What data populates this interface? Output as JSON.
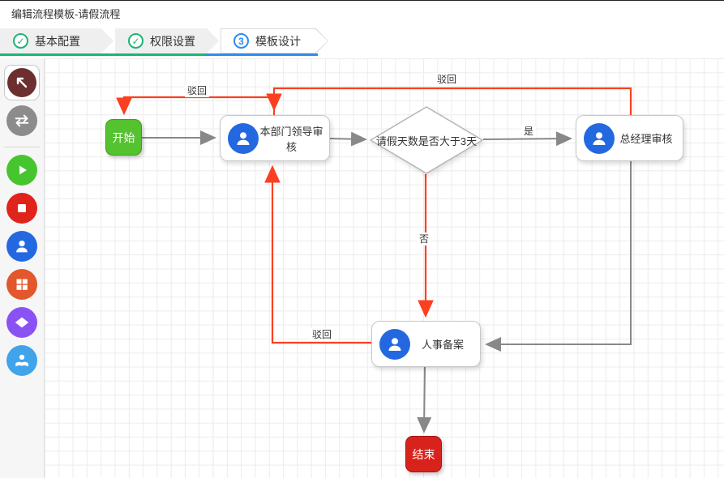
{
  "window": {
    "title": "编辑流程模板-请假流程"
  },
  "steps": {
    "items": [
      {
        "label": "基本配置",
        "state": "done",
        "icon": "check"
      },
      {
        "label": "权限设置",
        "state": "done",
        "icon": "check"
      },
      {
        "label": "模板设计",
        "state": "active",
        "number": "3"
      }
    ],
    "done_color": "#1cb574",
    "active_color": "#2d8cf0"
  },
  "toolbar": {
    "tools": [
      {
        "name": "select-tool",
        "icon": "cursor-arrow-icon",
        "color": "#6c2e2e",
        "selected": true
      },
      {
        "name": "connect-tool",
        "icon": "swap-arrows-icon",
        "color": "#8c8c8c",
        "selected": false
      },
      {
        "name": "start-node-tool",
        "icon": "play-icon",
        "color": "#47c52e",
        "selected": false
      },
      {
        "name": "end-node-tool",
        "icon": "stop-icon",
        "color": "#e0241b",
        "selected": false
      },
      {
        "name": "approver-node-tool",
        "icon": "person-icon",
        "color": "#2368e1",
        "selected": false
      },
      {
        "name": "subflow-node-tool",
        "icon": "grid-icon",
        "color": "#e2572b",
        "selected": false
      },
      {
        "name": "decision-node-tool",
        "icon": "diamond-icon",
        "color": "#8a52f5",
        "selected": false
      },
      {
        "name": "cc-node-tool",
        "icon": "person-reading-icon",
        "color": "#41a3ea",
        "selected": false
      }
    ]
  },
  "flow": {
    "nodes": [
      {
        "id": "start",
        "type": "start",
        "label": "开始",
        "color": "#55c22f"
      },
      {
        "id": "dept-review",
        "type": "approval",
        "label": "本部门领导审核",
        "color": "#ffffff"
      },
      {
        "id": "decision",
        "type": "decision",
        "label": "请假天数是否大于3天",
        "color": "#ffffff"
      },
      {
        "id": "gm-review",
        "type": "approval",
        "label": "总经理审核",
        "color": "#ffffff"
      },
      {
        "id": "hr-record",
        "type": "approval",
        "label": "人事备案",
        "color": "#ffffff"
      },
      {
        "id": "end",
        "type": "end",
        "label": "结束",
        "color": "#d8231c"
      }
    ],
    "edges": [
      {
        "from": "start",
        "to": "dept-review",
        "label": "",
        "color": "#888888"
      },
      {
        "from": "dept-review",
        "to": "decision",
        "label": "",
        "color": "#888888"
      },
      {
        "from": "decision",
        "to": "gm-review",
        "label": "是",
        "color": "#888888"
      },
      {
        "from": "gm-review",
        "to": "hr-record",
        "label": "",
        "color": "#888888"
      },
      {
        "from": "hr-record",
        "to": "end",
        "label": "",
        "color": "#888888"
      },
      {
        "from": "decision",
        "to": "hr-record",
        "label": "否",
        "color": "#fb4022"
      },
      {
        "from": "gm-review",
        "to": "dept-review",
        "label": "驳回",
        "color": "#fb4022"
      },
      {
        "from": "dept-review",
        "to": "start",
        "label": "驳回",
        "color": "#fb4022"
      },
      {
        "from": "hr-record",
        "to": "dept-review",
        "label": "驳回",
        "color": "#fb4022"
      }
    ],
    "edge_labels": {
      "yes": "是",
      "no": "否",
      "reject": "驳回"
    }
  },
  "colors": {
    "edge_gray": "#888888",
    "edge_red": "#fb4022",
    "grid_line": "#ececec",
    "step_done": "#1cb574",
    "step_active": "#2d8cf0"
  }
}
